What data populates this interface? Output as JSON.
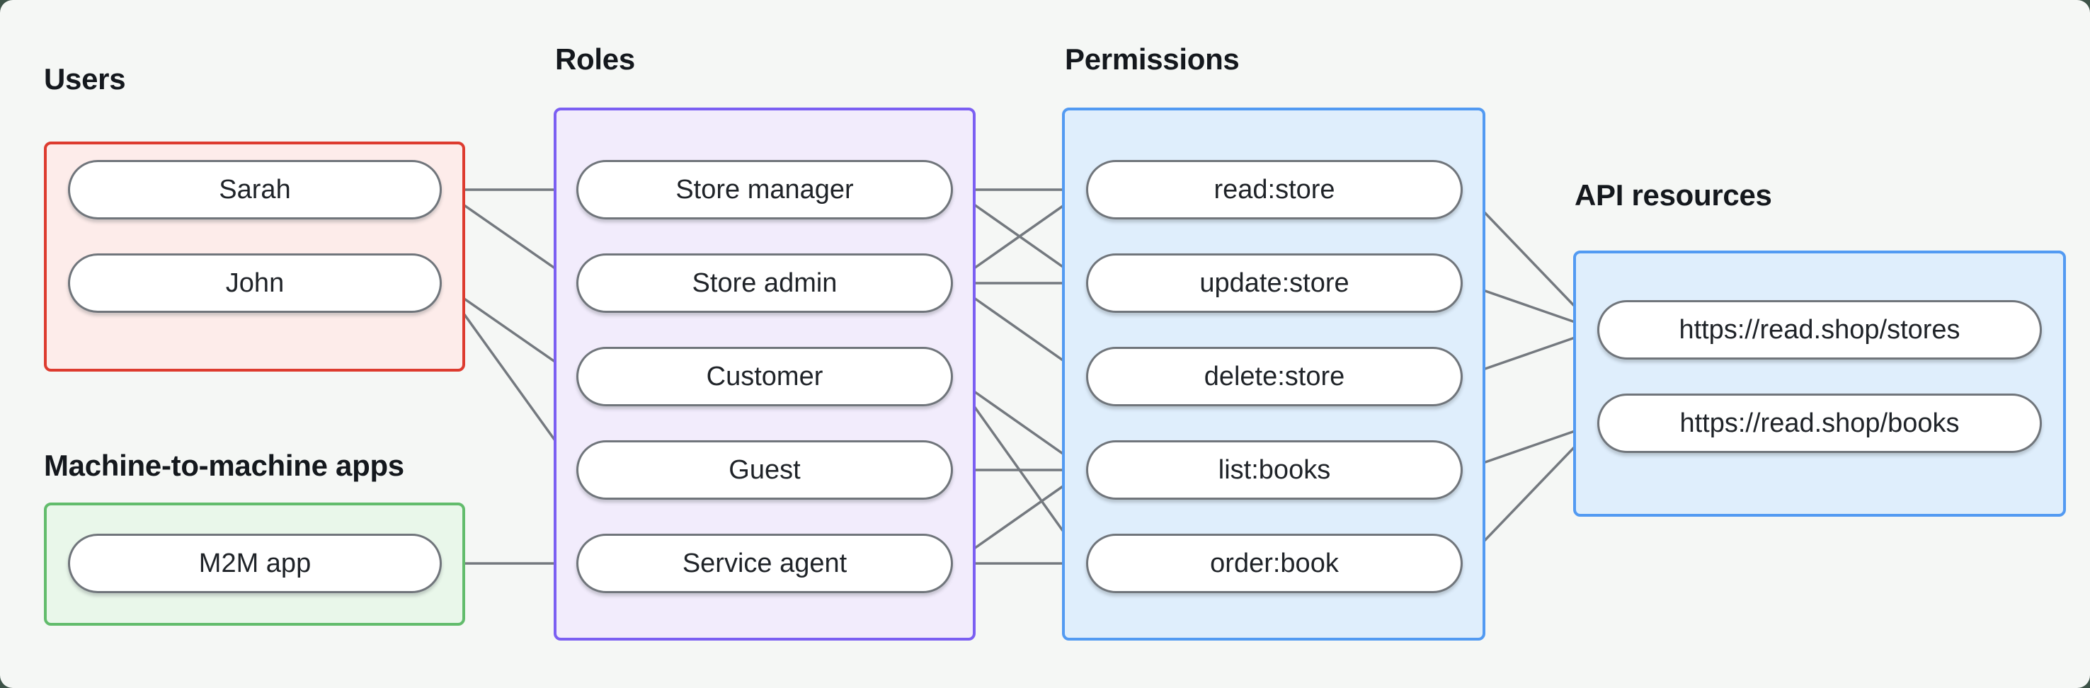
{
  "canvas": {
    "background_outer": "#3d5348",
    "background_panel": "#f5f7f5",
    "line_color": "#74797f",
    "dot_color": "#6f747a",
    "pill_border_color": "#70757b",
    "text_color": "#1f2328"
  },
  "groups": {
    "users": {
      "label": "Users",
      "accent": "#dd3b2f",
      "fill": "#fdecea",
      "items": [
        "Sarah",
        "John"
      ]
    },
    "m2m": {
      "label": "Machine-to-machine apps",
      "accent": "#62bc6c",
      "fill": "#e9f7ea",
      "items": [
        "M2M app"
      ]
    },
    "roles": {
      "label": "Roles",
      "accent": "#7b5ff2",
      "fill": "#f2ecfc",
      "items": [
        "Store manager",
        "Store admin",
        "Customer",
        "Guest",
        "Service agent"
      ]
    },
    "permissions": {
      "label": "Permissions",
      "accent": "#529af2",
      "fill": "#dfeefc",
      "items": [
        "read:store",
        "update:store",
        "delete:store",
        "list:books",
        "order:book"
      ]
    },
    "resources": {
      "label": "API resources",
      "accent": "#529af2",
      "fill": "#dfeefc",
      "items": [
        "https://read.shop/stores",
        "https://read.shop/books"
      ]
    }
  },
  "edges": [
    [
      "Sarah",
      "Store manager"
    ],
    [
      "Sarah",
      "Store admin"
    ],
    [
      "John",
      "Customer"
    ],
    [
      "John",
      "Guest"
    ],
    [
      "M2M app",
      "Service agent"
    ],
    [
      "Store manager",
      "read:store"
    ],
    [
      "Store manager",
      "update:store"
    ],
    [
      "Store admin",
      "read:store"
    ],
    [
      "Store admin",
      "update:store"
    ],
    [
      "Store admin",
      "delete:store"
    ],
    [
      "Customer",
      "list:books"
    ],
    [
      "Customer",
      "order:book"
    ],
    [
      "Guest",
      "list:books"
    ],
    [
      "Service agent",
      "list:books"
    ],
    [
      "Service agent",
      "order:book"
    ],
    [
      "read:store",
      "https://read.shop/stores"
    ],
    [
      "update:store",
      "https://read.shop/stores"
    ],
    [
      "delete:store",
      "https://read.shop/stores"
    ],
    [
      "list:books",
      "https://read.shop/books"
    ],
    [
      "order:book",
      "https://read.shop/books"
    ]
  ]
}
